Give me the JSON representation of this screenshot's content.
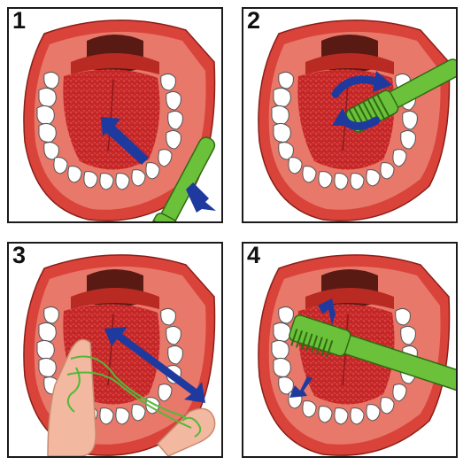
{
  "steps": [
    {
      "number": "1",
      "arrow_color": "#1e3a9e",
      "brush_color": "#6bc13a"
    },
    {
      "number": "2",
      "arrow_color": "#1e3a9e",
      "brush_color": "#6bc13a"
    },
    {
      "number": "3",
      "arrow_color": "#1e3a9e",
      "floss_color": "#55b83a"
    },
    {
      "number": "4",
      "arrow_color": "#1e3a9e",
      "brush_color": "#6bc13a"
    }
  ],
  "colors": {
    "lips": "#d9433a",
    "gums": "#e8786a",
    "mouth_dark": "#5a1a14",
    "tongue": "#c92a2a",
    "teeth": "#ffffff",
    "finger": "#f2b8a0"
  }
}
